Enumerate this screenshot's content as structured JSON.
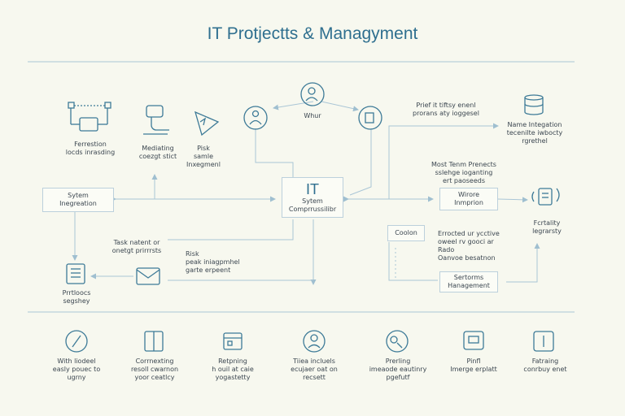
{
  "title": "IT Protjectts & Managyment",
  "colors": {
    "line": "#aac6d6",
    "icon": "#3d7a97",
    "text": "#3b4650",
    "title": "#2f6f8f",
    "background": "#f7f8ef"
  },
  "nodes": {
    "ferrestion": {
      "icon": "network-icon",
      "lines": [
        "Ferrestion",
        "locds inrasding"
      ]
    },
    "mediating": {
      "icon": "server-icon",
      "lines": [
        "Mediating",
        "coezgt stict"
      ]
    },
    "pisk": {
      "icon": "shield-icon",
      "lines": [
        "Pisk",
        "samle",
        "Inxegmenl"
      ]
    },
    "user_top": {
      "icon": "person-search-icon"
    },
    "user_left": {
      "icon": "person-icon"
    },
    "user_right": {
      "icon": "document-icon"
    },
    "whur": {
      "lines": [
        "Whur"
      ]
    },
    "prio_text": {
      "lines": [
        "Prief it tiftsy enenl",
        "prorans aty ioggesel"
      ]
    },
    "name_integration": {
      "icon": "database-icon",
      "lines": [
        "Name Integation",
        "tecenilte iwbocty",
        "rgrethel"
      ]
    },
    "most_term": {
      "lines": [
        "Most Tenm Prenects",
        "sslehge ioganting",
        "ert paoseeds"
      ]
    },
    "system_integration": {
      "lines": [
        "Sytem",
        "Inegreation"
      ]
    },
    "it_center": {
      "big": "IT",
      "lines": [
        "Sytem",
        "Comprrussilibr"
      ]
    },
    "wirore": {
      "lines": [
        "Wirore",
        "Inmprion"
      ]
    },
    "fortality": {
      "icon": "signal-document-icon",
      "lines": [
        "Fcrtality",
        "legrarsty"
      ]
    },
    "task_text": {
      "lines": [
        "Task natent or",
        "onetgt prirrrsts"
      ]
    },
    "risk_text": {
      "lines": [
        "Risk",
        "peak iniagpmhel",
        "garte erpeent"
      ]
    },
    "coolon": {
      "lines": [
        "Coolon"
      ]
    },
    "erroctel": {
      "lines": [
        "Errocted ur ycctive",
        "oweel rv gooci ar",
        "Rado",
        "Oanvoe besatnon"
      ]
    },
    "protocols": {
      "icon": "list-document-icon",
      "lines": [
        "Prrtloocs",
        "segshey"
      ]
    },
    "mail": {
      "icon": "mail-icon"
    },
    "sertorms": {
      "lines": [
        "Sertorms",
        "Hanagement"
      ]
    },
    "bottom_items": [
      {
        "icon": "wrench-icon",
        "lines": [
          "With liodeel",
          "easly pouec to",
          "ugrny"
        ]
      },
      {
        "icon": "book-icon",
        "lines": [
          "Corrnexting",
          "resoll cwarnon",
          "yoor ceatlcy"
        ]
      },
      {
        "icon": "calendar-icon",
        "lines": [
          "Retpning",
          "h ouil at caie",
          "yogastetty"
        ]
      },
      {
        "icon": "user-circle-icon",
        "lines": [
          "Tiiea incluels",
          "ecujaer oat on",
          "recsett"
        ]
      },
      {
        "icon": "people-search-icon",
        "lines": [
          "Prerling",
          "imeaode eautinry",
          "pgefutf"
        ]
      },
      {
        "icon": "monitor-icon",
        "lines": [
          "Pinfl",
          "Imerge erplatt"
        ]
      },
      {
        "icon": "file-edit-icon",
        "lines": [
          "Fatraing",
          "conrbuy enet"
        ]
      }
    ]
  }
}
